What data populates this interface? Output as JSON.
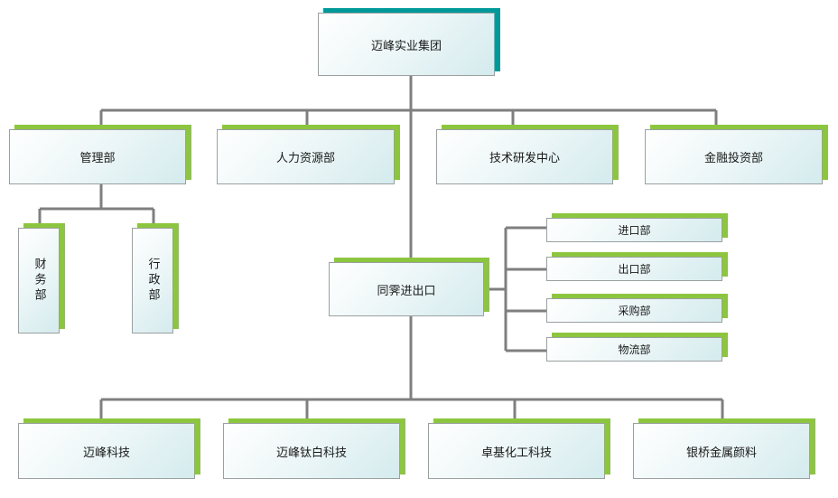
{
  "root": "迈峰实业集团",
  "departments": [
    "管理部",
    "人力资源部",
    "技术研发中心",
    "金融投资部"
  ],
  "admin_sub": [
    "财务部",
    "行政部"
  ],
  "trade": "同霁进出口",
  "trade_sub": [
    "进口部",
    "出口部",
    "采购部",
    "物流部"
  ],
  "companies": [
    "迈峰科技",
    "迈峰钛白科技",
    "卓基化工科技",
    "银桥金属颜料"
  ],
  "colors": {
    "shadow_green": "#8cc63f",
    "shadow_teal": "#009999",
    "line": "#7f7f7f"
  }
}
